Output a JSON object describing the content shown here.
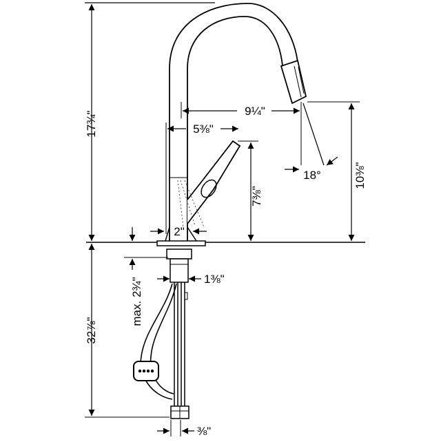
{
  "drawing": {
    "subject": "pull-down kitchen faucet dimension drawing",
    "line_color": "#000000",
    "background": "#ffffff"
  },
  "dimensions": {
    "overall_height": "17¾\"",
    "spout_reach": "9¼\"",
    "handle_offset": "5⅜\"",
    "spray_angle": "18°",
    "spout_outlet_height": "10⅜\"",
    "handle_height": "7⅜\"",
    "base_width": "2\"",
    "shank_diameter": "1⅜\"",
    "max_deck_thickness": "max. 2¾\"",
    "below_deck_length": "32⅞\"",
    "connection_size": "⅜\""
  }
}
